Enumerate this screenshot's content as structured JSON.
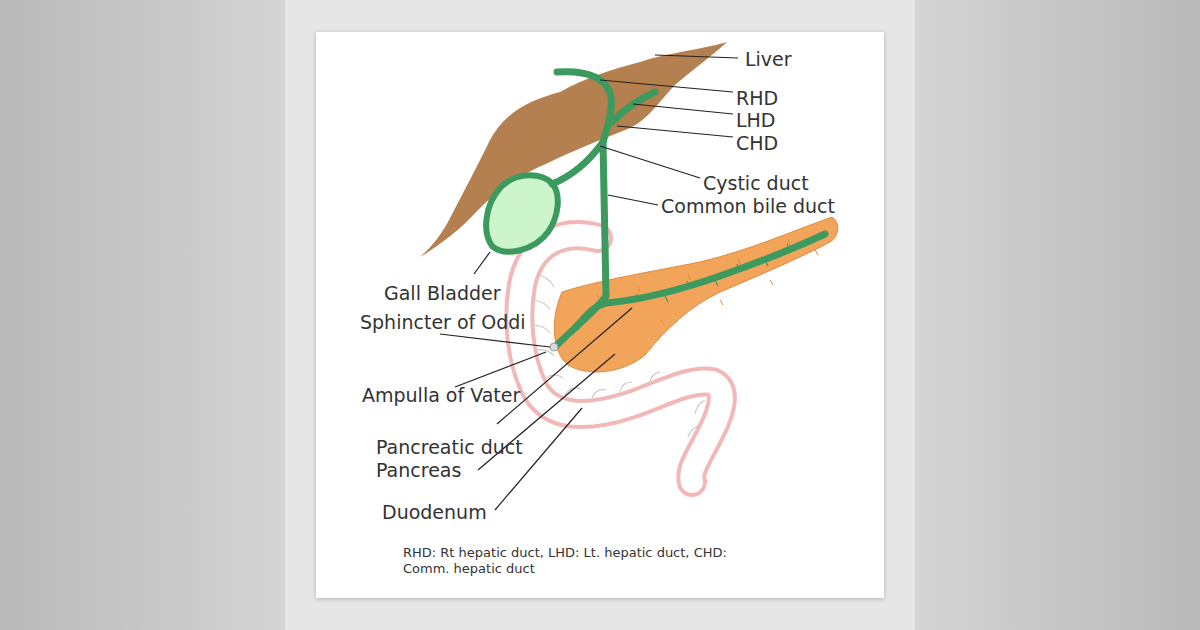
{
  "diagram": {
    "labels": [
      "Liver",
      "RHD",
      "LHD",
      "CHD",
      "Cystic duct",
      "Common bile duct",
      "Gall Bladder",
      "Sphincter of Oddi",
      "Ampulla of Vater",
      "Pancreatic duct",
      "Pancreas",
      "Duodenum",
      "RHD: Rt hepatic duct, LHD: Lt. hepatic duct, CHD: Comm. hepatic duct"
    ]
  }
}
